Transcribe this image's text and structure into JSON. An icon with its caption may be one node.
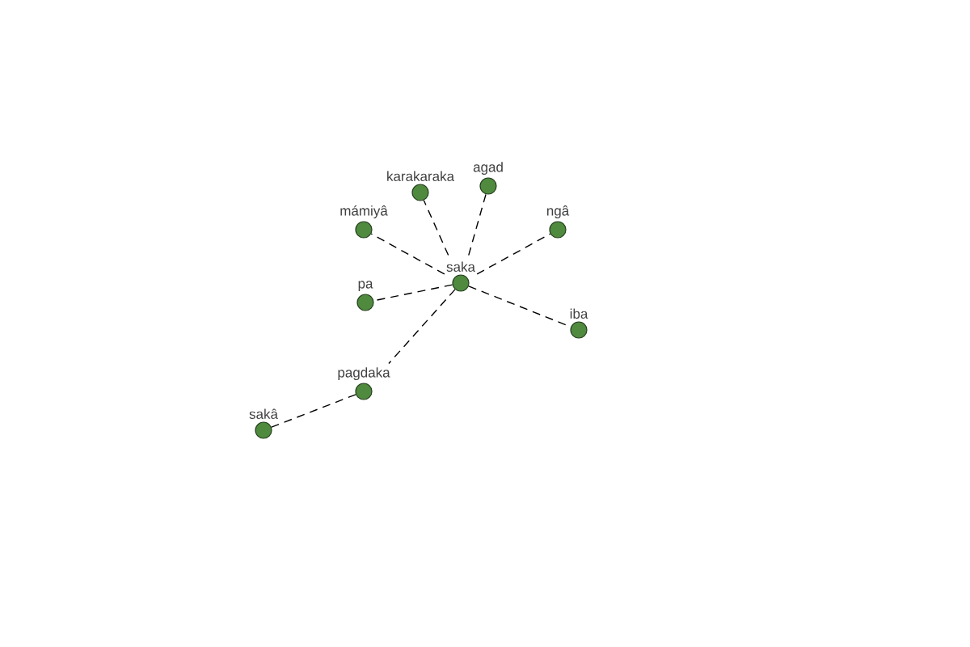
{
  "diagram": {
    "nodes": [
      {
        "text": [
          "agad"
        ]
      },
      {
        "text": [
          "karakaraka"
        ]
      },
      {
        "text": [
          "mámiyâ"
        ]
      },
      {
        "text": [
          "ngâ"
        ]
      },
      {
        "text": [
          "saka"
        ]
      },
      {
        "text": [
          "pa"
        ]
      },
      {
        "text": [
          "iba"
        ]
      },
      {
        "text": [
          "pagdaka"
        ]
      },
      {
        "text": [
          "sakâ"
        ]
      }
    ],
    "edges": [
      {
        "from": 4,
        "to": 0,
        "arrow": "none",
        "style": "dashed"
      },
      {
        "from": 4,
        "to": 1,
        "arrow": "none",
        "style": "dashed"
      },
      {
        "from": 4,
        "to": 2,
        "arrow": "none",
        "style": "dashed"
      },
      {
        "from": 4,
        "to": 3,
        "arrow": "none",
        "style": "dashed"
      },
      {
        "from": 4,
        "to": 5,
        "arrow": "none",
        "style": "dashed"
      },
      {
        "from": 4,
        "to": 6,
        "arrow": "none",
        "style": "dashed"
      },
      {
        "from": 4,
        "to": 7,
        "arrow": "none",
        "style": "dashed"
      },
      {
        "from": 7,
        "to": 8,
        "arrow": "none",
        "style": "dashed"
      }
    ]
  }
}
